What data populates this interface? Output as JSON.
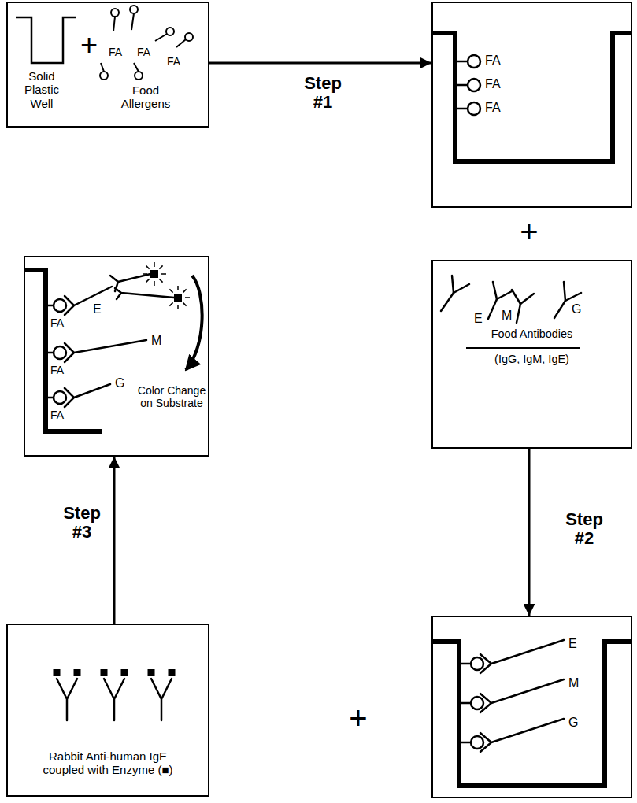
{
  "diagram": {
    "nodes": [
      {
        "text": [
          "Solid Plastic Well",
          "+",
          "Food Allergens",
          "FA",
          "FA",
          "FA"
        ]
      },
      {
        "text": [
          "FA",
          "FA",
          "FA"
        ]
      },
      {
        "text": [
          "G",
          "E",
          "M",
          "Food Antibodies",
          "(IgG, IgM, IgE)"
        ]
      },
      {
        "text": [
          "E",
          "M",
          "G"
        ]
      },
      {
        "text": [
          "Rabbit Anti-human IgE coupled with Enzyme (■)"
        ]
      },
      {
        "text": [
          "E",
          "FA",
          "M",
          "FA",
          "G",
          "FA",
          "Color Change on Substrate"
        ]
      }
    ],
    "edges": [
      {
        "from": 0,
        "to": 1,
        "arrow": "to",
        "label": "Step #1"
      },
      {
        "from": 2,
        "to": 3,
        "arrow": "to",
        "label": "Step #2"
      },
      {
        "from": 4,
        "to": 5,
        "arrow": "to",
        "label": "Step #3"
      }
    ],
    "labels": [
      "+",
      "+"
    ]
  }
}
